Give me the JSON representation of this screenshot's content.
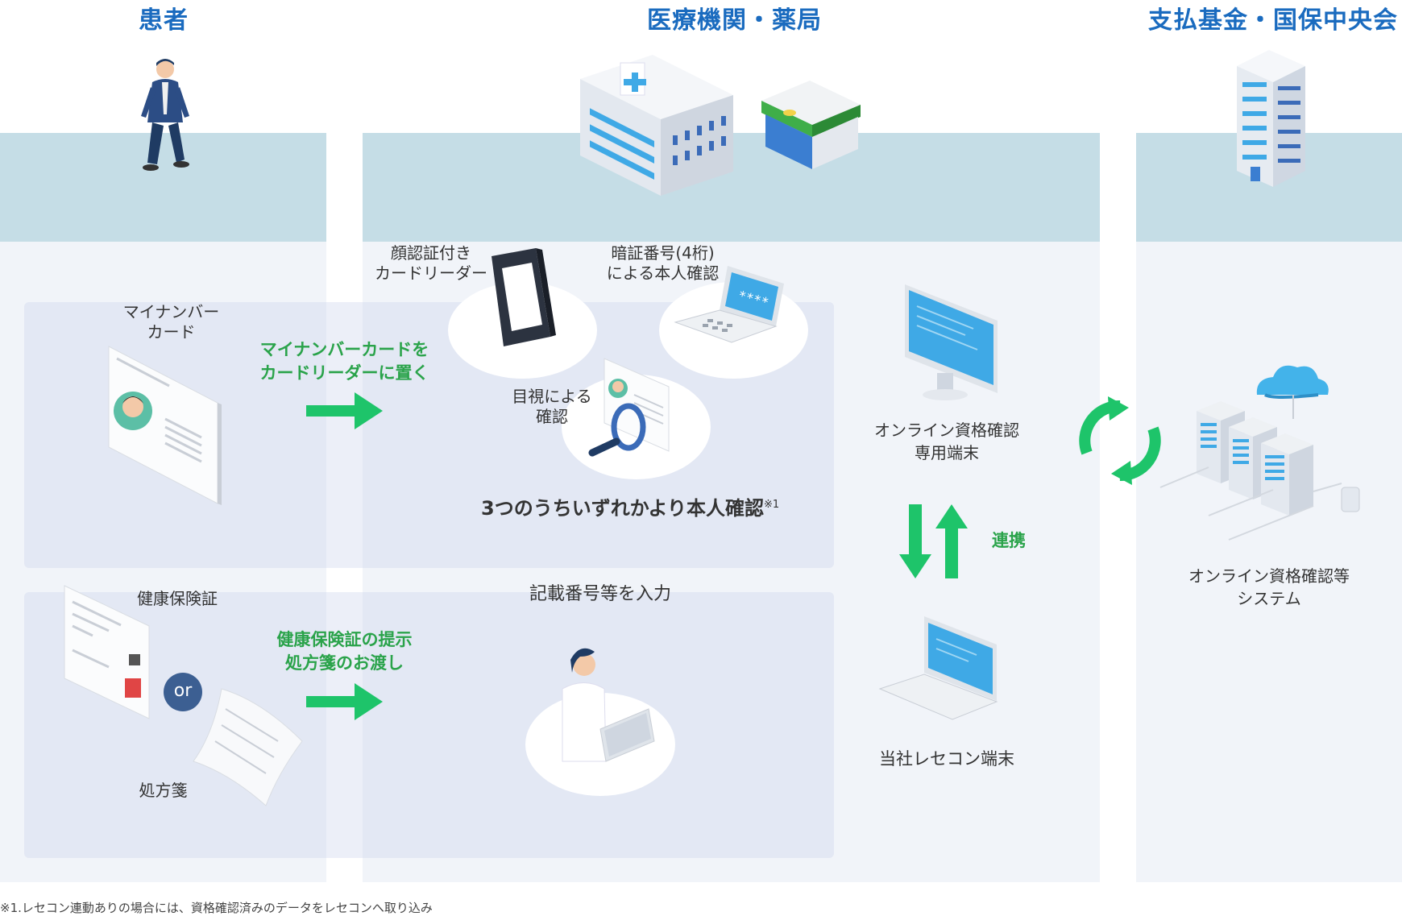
{
  "headers": {
    "patient": "患者",
    "medical": "医療機関・薬局",
    "fund": "支払基金・国保中央会"
  },
  "patient": {
    "mynumber_label_1": "マイナンバー",
    "mynumber_label_2": "カード",
    "insurance_label": "健康保険証",
    "prescription_label": "処方箋",
    "or_label": "or"
  },
  "flow": {
    "card_action_1": "マイナンバーカードを",
    "card_action_2": "カードリーダーに置く",
    "insurance_action_1": "健康保険証の提示",
    "insurance_action_2": "処方箋のお渡し"
  },
  "verification": {
    "face_reader_1": "顔認証付き",
    "face_reader_2": "カードリーダー",
    "pin_1": "暗証番号(4桁)",
    "pin_2": "による本人確認",
    "visual_1": "目視による",
    "visual_2": "確認",
    "summary": "3つのうちいずれかより本人確認",
    "summary_note": "※1",
    "input_number": "記載番号等を入力",
    "pin_mask": "****"
  },
  "terminals": {
    "online_1": "オンライン資格確認",
    "online_2": "専用端末",
    "link": "連携",
    "receipt": "当社レセコン端末"
  },
  "system": {
    "name_1": "オンライン資格確認等",
    "name_2": "システム"
  },
  "footnote": "※1.レセコン連動ありの場合には、資格確認済みのデータをレセコンへ取り込み",
  "colors": {
    "header_blue": "#1a6bbf",
    "arrow_green": "#1ec46a",
    "label_green": "#2aa34a",
    "band": "#c5dde6",
    "panel": "#f1f4f9"
  }
}
